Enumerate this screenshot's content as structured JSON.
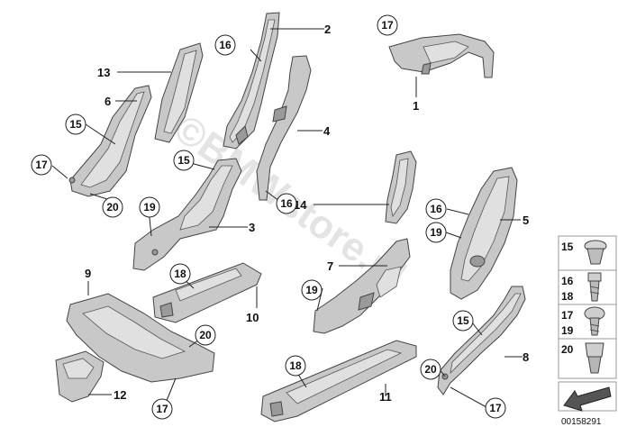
{
  "watermark": "©BMWstore.pl",
  "drawing_number": "00158291",
  "callouts": {
    "p1": "1",
    "p2": "2",
    "p3": "3",
    "p4": "4",
    "p5": "5",
    "p6": "6",
    "p7": "7",
    "p8": "8",
    "p9": "9",
    "p10": "10",
    "p11": "11",
    "p12": "12",
    "p13": "13",
    "p14": "14"
  },
  "circles": {
    "c15a": "15",
    "c15b": "15",
    "c15c": "15",
    "c16a": "16",
    "c16b": "16",
    "c16c": "16",
    "c17a": "17",
    "c17b": "17",
    "c17c": "17",
    "c17d": "17",
    "c18a": "18",
    "c18b": "18",
    "c19a": "19",
    "c19b": "19",
    "c19c": "19",
    "c20a": "20",
    "c20b": "20",
    "c20c": "20"
  },
  "legend": {
    "r1": "15",
    "r2a": "16",
    "r2b": "18",
    "r3a": "17",
    "r3b": "19",
    "r4": "20"
  }
}
